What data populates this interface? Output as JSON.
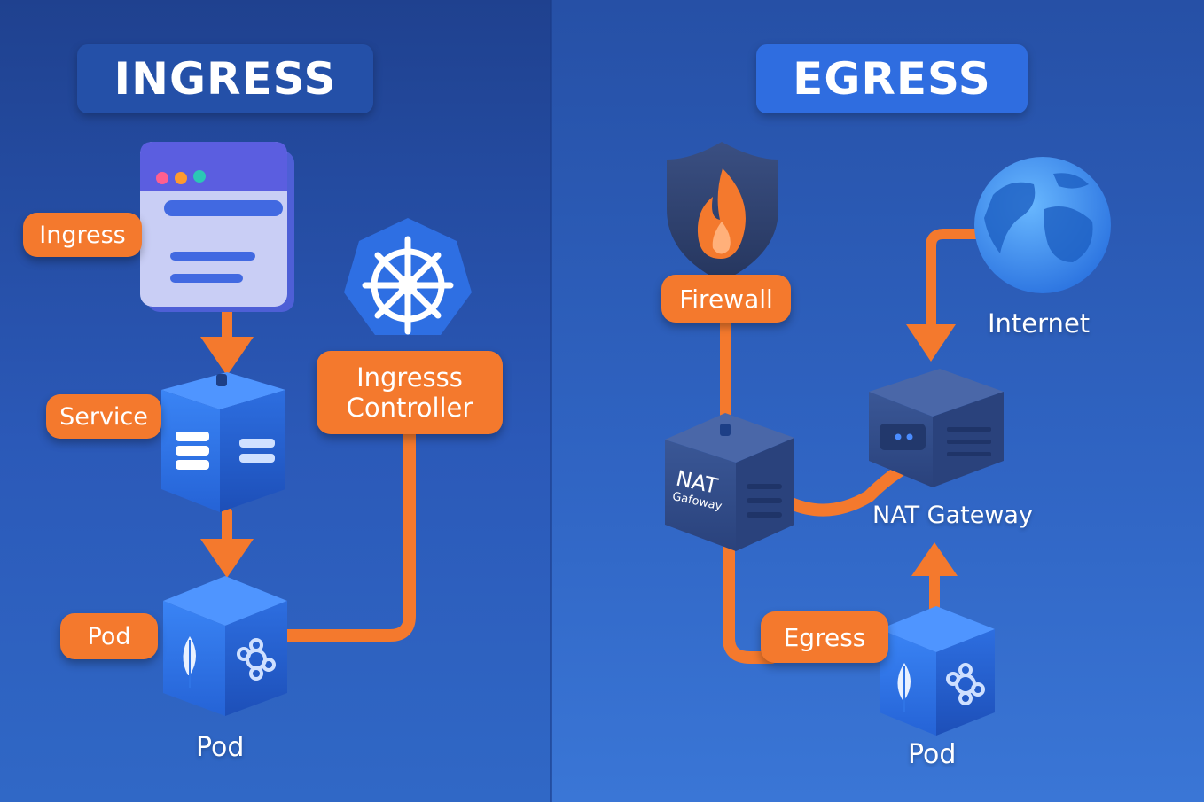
{
  "ingress": {
    "title": "INGRESS",
    "labels": {
      "ingress": "Ingress",
      "service": "Service",
      "pod_tag": "Pod",
      "controller_line1": "Ingresss",
      "controller_line2": "Controller",
      "pod_caption": "Pod"
    }
  },
  "egress": {
    "title": "EGRESS",
    "labels": {
      "firewall": "Firewall",
      "internet": "Internet",
      "nat_box_line1": "NAT",
      "nat_box_line2": "Gafoway",
      "nat_gateway": "NAT Gateway",
      "egress": "Egress",
      "pod_caption": "Pod"
    }
  },
  "colors": {
    "accent_orange": "#f4792d",
    "cube_blue": "#2f74e6",
    "dark_box": "#34508e",
    "title_left": "#2450a8",
    "title_right": "#2f6de0"
  }
}
